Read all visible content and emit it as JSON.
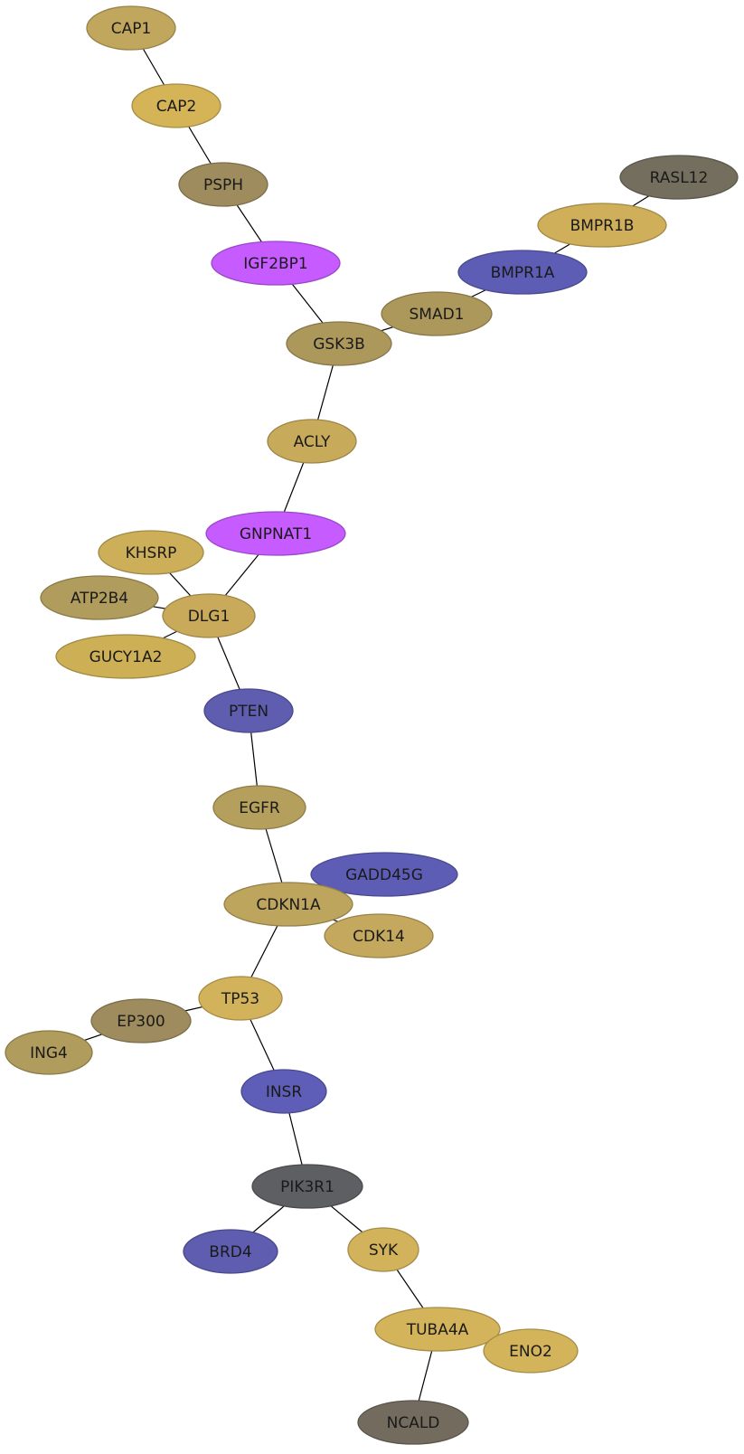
{
  "network": {
    "nodes": [
      {
        "id": "CAP1",
        "label": "CAP1",
        "color": "#c1a75d"
      },
      {
        "id": "CAP2",
        "label": "CAP2",
        "color": "#d4b456"
      },
      {
        "id": "PSPH",
        "label": "PSPH",
        "color": "#9e8c5f"
      },
      {
        "id": "IGF2BP1",
        "label": "IGF2BP1",
        "color": "#c65bff"
      },
      {
        "id": "GSK3B",
        "label": "GSK3B",
        "color": "#ad985c"
      },
      {
        "id": "SMAD1",
        "label": "SMAD1",
        "color": "#ad985c"
      },
      {
        "id": "BMPR1A",
        "label": "BMPR1A",
        "color": "#5e5db6"
      },
      {
        "id": "BMPR1B",
        "label": "BMPR1B",
        "color": "#cfaf5a"
      },
      {
        "id": "RASL12",
        "label": "RASL12",
        "color": "#736e5e"
      },
      {
        "id": "ACLY",
        "label": "ACLY",
        "color": "#c8ab5a"
      },
      {
        "id": "GNPNAT1",
        "label": "GNPNAT1",
        "color": "#c65bff"
      },
      {
        "id": "KHSRP",
        "label": "KHSRP",
        "color": "#cdaf5a"
      },
      {
        "id": "ATP2B4",
        "label": "ATP2B4",
        "color": "#b09c5c"
      },
      {
        "id": "DLG1",
        "label": "DLG1",
        "color": "#c9aa5a"
      },
      {
        "id": "GUCY1A2",
        "label": "GUCY1A2",
        "color": "#cdaf56"
      },
      {
        "id": "PTEN",
        "label": "PTEN",
        "color": "#5e5db0"
      },
      {
        "id": "EGFR",
        "label": "EGFR",
        "color": "#b59f5c"
      },
      {
        "id": "GADD45G",
        "label": "GADD45G",
        "color": "#5e5db6"
      },
      {
        "id": "CDKN1A",
        "label": "CDKN1A",
        "color": "#bda55d"
      },
      {
        "id": "CDK14",
        "label": "CDK14",
        "color": "#c4a85d"
      },
      {
        "id": "TP53",
        "label": "TP53",
        "color": "#d2b25a"
      },
      {
        "id": "EP300",
        "label": "EP300",
        "color": "#9e8c5f"
      },
      {
        "id": "ING4",
        "label": "ING4",
        "color": "#b09c5c"
      },
      {
        "id": "INSR",
        "label": "INSR",
        "color": "#5e5db8"
      },
      {
        "id": "PIK3R1",
        "label": "PIK3R1",
        "color": "#5e5f62"
      },
      {
        "id": "BRD4",
        "label": "BRD4",
        "color": "#5e5db0"
      },
      {
        "id": "SYK",
        "label": "SYK",
        "color": "#d2b25a"
      },
      {
        "id": "TUBA4A",
        "label": "TUBA4A",
        "color": "#d4b45a"
      },
      {
        "id": "ENO2",
        "label": "ENO2",
        "color": "#d4b45a"
      },
      {
        "id": "NCALD",
        "label": "NCALD",
        "color": "#736c5e"
      }
    ],
    "edges": [
      [
        "CAP1",
        "CAP2"
      ],
      [
        "CAP2",
        "PSPH"
      ],
      [
        "PSPH",
        "IGF2BP1"
      ],
      [
        "IGF2BP1",
        "GSK3B"
      ],
      [
        "GSK3B",
        "SMAD1"
      ],
      [
        "SMAD1",
        "BMPR1A"
      ],
      [
        "BMPR1A",
        "BMPR1B"
      ],
      [
        "BMPR1B",
        "RASL12"
      ],
      [
        "GSK3B",
        "ACLY"
      ],
      [
        "ACLY",
        "GNPNAT1"
      ],
      [
        "GNPNAT1",
        "DLG1"
      ],
      [
        "KHSRP",
        "DLG1"
      ],
      [
        "ATP2B4",
        "DLG1"
      ],
      [
        "GUCY1A2",
        "DLG1"
      ],
      [
        "DLG1",
        "PTEN"
      ],
      [
        "PTEN",
        "EGFR"
      ],
      [
        "EGFR",
        "CDKN1A"
      ],
      [
        "CDKN1A",
        "GADD45G"
      ],
      [
        "CDKN1A",
        "CDK14"
      ],
      [
        "CDKN1A",
        "TP53"
      ],
      [
        "TP53",
        "EP300"
      ],
      [
        "EP300",
        "ING4"
      ],
      [
        "TP53",
        "INSR"
      ],
      [
        "INSR",
        "PIK3R1"
      ],
      [
        "PIK3R1",
        "BRD4"
      ],
      [
        "PIK3R1",
        "SYK"
      ],
      [
        "SYK",
        "TUBA4A"
      ],
      [
        "TUBA4A",
        "ENO2"
      ],
      [
        "TUBA4A",
        "NCALD"
      ]
    ]
  }
}
